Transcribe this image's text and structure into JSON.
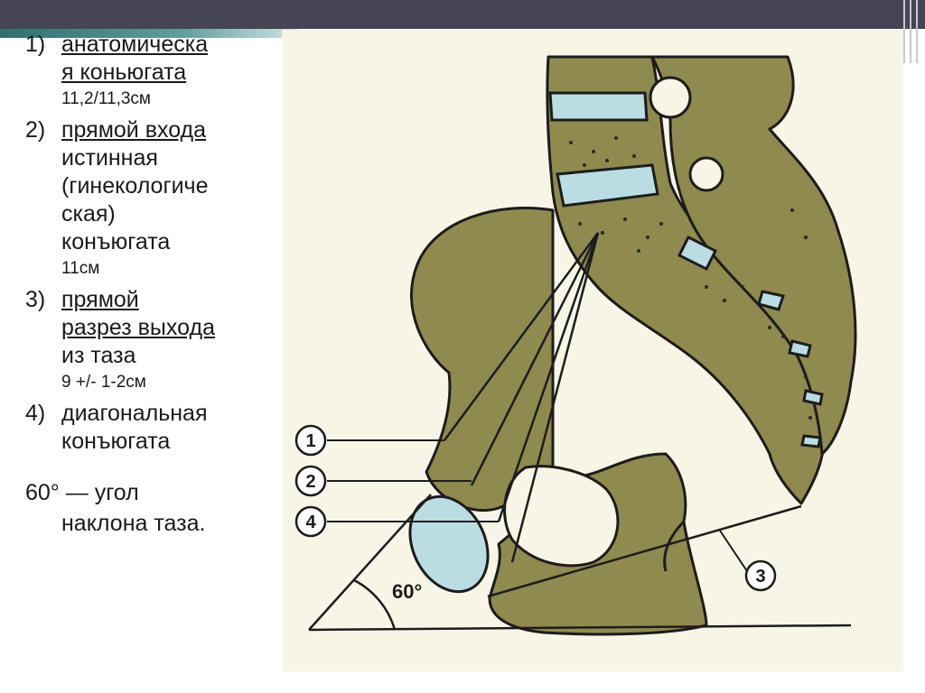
{
  "notes": {
    "items": [
      {
        "num": "1)",
        "lines": [
          "анатомическа",
          "я коньюгата"
        ],
        "value": "11,2/11,3см"
      },
      {
        "num": "2)",
        "lines_underlined": [
          "прямой входа"
        ],
        "lines": [
          "истинная",
          "(гинекологиче",
          "ская)",
          "конъюгата"
        ],
        "value": "11см"
      },
      {
        "num": "3)",
        "lines_underlined": [
          "прямой",
          "разрез выхода"
        ],
        "lines": [
          "из таза"
        ],
        "value": "9 +/- 1-2см"
      },
      {
        "num": "4)",
        "lines": [
          "диагональная",
          "конъюгата"
        ]
      }
    ],
    "angle_note": [
      "60° — угол",
      "наклона таза."
    ]
  },
  "diagram": {
    "labels": [
      "1",
      "2",
      "4",
      "3"
    ],
    "angle_label": "60°",
    "colors": {
      "bone": "#8f8a4e",
      "cartilage": "#b9dde3",
      "outline": "#1c1c1c",
      "background": "#f7f5e6"
    }
  }
}
